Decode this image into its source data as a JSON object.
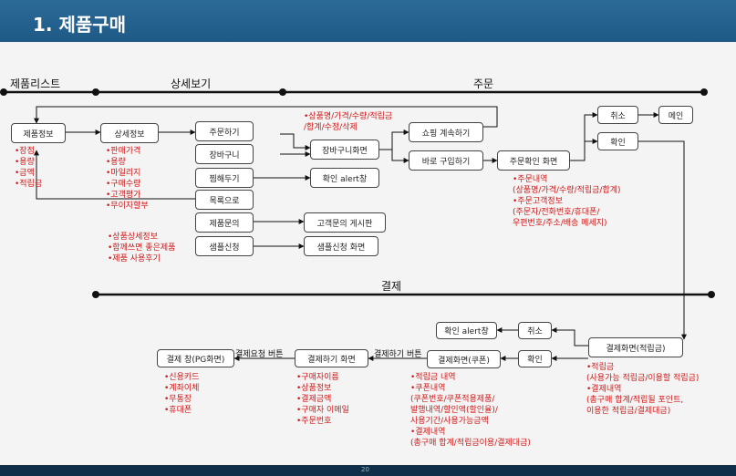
{
  "title": "1. 제품구매",
  "page_number": "20",
  "sections": {
    "product_list": "제품리스트",
    "detail_view": "상세보기",
    "order": "주문",
    "payment": "결제"
  },
  "boxes": {
    "product_info": "제품정보",
    "detail_info": "상세정보",
    "order_btn": "주문하기",
    "cart": "장바구니",
    "wishlist": "찜해두기",
    "to_list": "목록으로",
    "product_qna": "제품문의",
    "sample_request": "샘플신청",
    "cart_screen": "장바구니화면",
    "wish_alert": "확인 alert창",
    "qna_board": "고객문의 게시판",
    "sample_screen": "샘플신청 화면",
    "continue_shopping": "쇼핑 계속하기",
    "buy_now": "바로 구입하기",
    "order_confirm": "주문확인 화면",
    "cancel_top": "취소",
    "main": "메인",
    "confirm_top": "확인",
    "pay_screen_points": "결제화면(적립금)",
    "cancel_mid": "취소",
    "confirm_alert": "확인 alert창",
    "confirm_mid": "확인",
    "pay_screen_coupon": "결제화면(쿠폰)",
    "pay_btn_screen": "결제하기 화면",
    "pay_window": "결제 창(PG화면)"
  },
  "edges": {
    "pay_request_btn": "결제요청 버튼",
    "pay_btn": "결제하기 버튼"
  },
  "notes": {
    "product_info": [
      "•장점",
      "•용량",
      "•금액",
      "•적립금"
    ],
    "detail_info": [
      "•판매가격",
      "•용량",
      "•마일리지",
      "•구매수량",
      "•고객평가",
      "•무이자할부"
    ],
    "detail_extra": [
      "•상품상세정보",
      "•함께쓰면 좋은제품",
      "•제품 사용후기"
    ],
    "cart_screen": [
      "•상품명/가격/수량/적립금",
      "/합계/수정/삭제"
    ],
    "order_confirm": [
      "•주문내역",
      "(상품명/가격/수량/적립금/합계)",
      "•주문고객정보",
      "(주문자/전화번호/휴대폰/",
      "우편번호/주소/배송 메세지)"
    ],
    "pay_points": [
      "•적립금",
      "(사용가능 적립금/이용할 적립금)",
      "•결제내역",
      "(총구매 합계/적립될 포인트,",
      "이용한 적립금/결제대금)"
    ],
    "pay_coupon": [
      "•적립금 내역",
      "•쿠폰내역",
      "(쿠폰번호/쿠폰적용제품/",
      "발행내역/할인액(할인율)/",
      "사용기간/사용가능금액",
      "•결제내역",
      "(총구매 합계/적립금이용/결제대금)"
    ],
    "pay_btn_screen": [
      "•구매자이름",
      "•상품정보",
      "•결제금액",
      "•구매자 이메일",
      "•주문번호"
    ],
    "pay_window": [
      "•신용카드",
      "•계좌이체",
      "•무통장",
      "•휴대폰"
    ]
  }
}
